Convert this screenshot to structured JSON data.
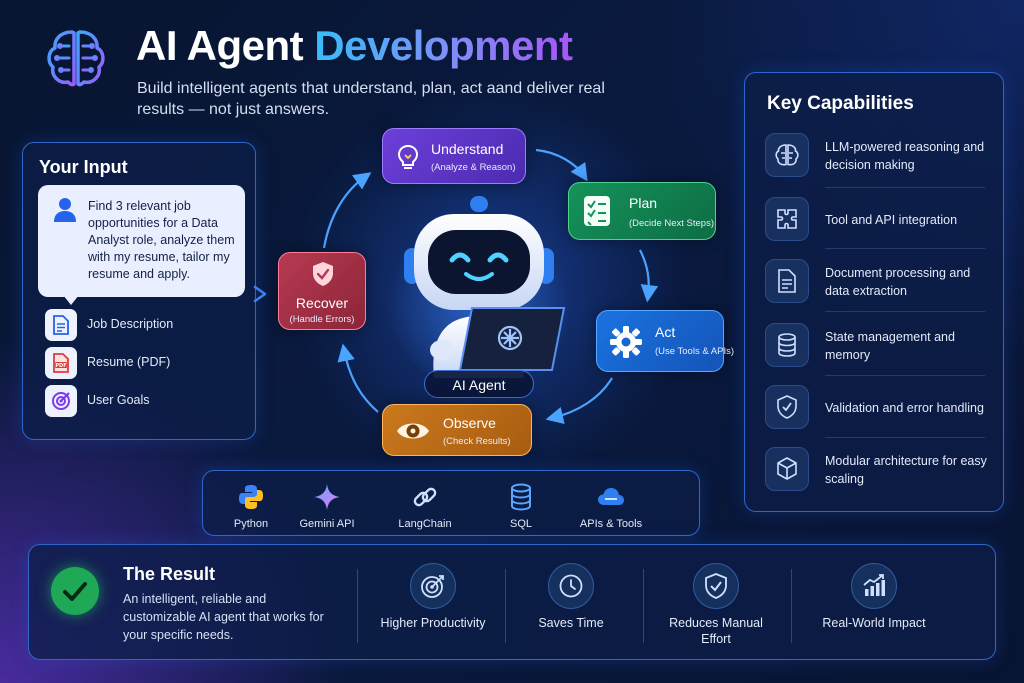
{
  "header": {
    "title_main": "AI Agent",
    "title_accent": "Development",
    "subtitle": "Build intelligent agents that understand, plan, act aand deliver real results — not just answers."
  },
  "input_panel": {
    "title": "Your Input",
    "prompt": "Find 3 relevant job opportunities for a Data Analyst role, analyze them with my resume, tailor my resume and apply.",
    "items": [
      {
        "label": "Job Description",
        "icon": "document-icon"
      },
      {
        "label": "Resume (PDF)",
        "icon": "pdf-icon",
        "badge": "PDF"
      },
      {
        "label": "User Goals",
        "icon": "target-icon"
      }
    ]
  },
  "cycle": {
    "nodes": [
      {
        "title": "Understand",
        "subtitle": "(Analyze & Reason)",
        "icon": "lightbulb-icon",
        "color": "#6d3fd9"
      },
      {
        "title": "Plan",
        "subtitle": "(Decide Next Steps)",
        "icon": "checklist-icon",
        "color": "#15935a"
      },
      {
        "title": "Act",
        "subtitle": "(Use Tools & APIs)",
        "icon": "gear-icon",
        "color": "#1a73e0"
      },
      {
        "title": "Observe",
        "subtitle": "(Check Results)",
        "icon": "eye-icon",
        "color": "#c9791d"
      },
      {
        "title": "Recover",
        "subtitle": "(Handle Errors)",
        "icon": "shield-check-icon",
        "color": "#b63a52"
      }
    ],
    "center_label": "AI Agent"
  },
  "tools": [
    {
      "label": "Python",
      "icon": "python-icon"
    },
    {
      "label": "Gemini API",
      "icon": "gemini-sparkle-icon"
    },
    {
      "label": "LangChain",
      "icon": "chain-link-icon"
    },
    {
      "label": "SQL",
      "icon": "database-icon"
    },
    {
      "label": "APIs & Tools",
      "icon": "cloud-icon"
    }
  ],
  "capabilities": {
    "title": "Key Capabilities",
    "items": [
      {
        "label": "LLM-powered reasoning and decision making",
        "icon": "brain-icon"
      },
      {
        "label": "Tool and API integration",
        "icon": "puzzle-icon"
      },
      {
        "label": "Document processing and data extraction",
        "icon": "document-icon"
      },
      {
        "label": "State management and memory",
        "icon": "database-icon"
      },
      {
        "label": "Validation and error handling",
        "icon": "shield-check-icon"
      },
      {
        "label": "Modular architecture for easy scaling",
        "icon": "cube-icon"
      }
    ]
  },
  "result": {
    "title": "The Result",
    "text": "An intelligent, reliable and customizable AI agent that works for your specific needs.",
    "benefits": [
      {
        "label": "Higher Productivity",
        "icon": "target-icon"
      },
      {
        "label": "Saves Time",
        "icon": "clock-icon"
      },
      {
        "label": "Reduces Manual Effort",
        "icon": "shield-check-icon"
      },
      {
        "label": "Real-World Impact",
        "icon": "growth-chart-icon"
      }
    ]
  }
}
